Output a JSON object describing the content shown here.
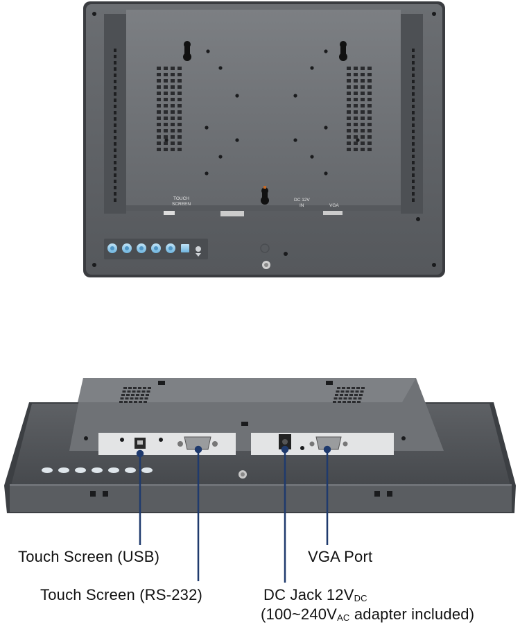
{
  "colors": {
    "panel_outer": "#55585c",
    "panel_inner": "#6b6e72",
    "bezel": "#2f3134",
    "button_blue": "#8ec6ea",
    "callout_blue": "#1f3a6d",
    "io_plate": "#e6e6e6"
  },
  "rear_panel": {
    "touch_screen_label": [
      "TOUCH",
      "SCREEN"
    ],
    "dc_label": [
      "DC 12V",
      "IN"
    ],
    "vga_label": "VGA"
  },
  "callouts": {
    "touch_usb": "Touch Screen (USB)",
    "vga_port": "VGA Port",
    "touch_rs232": "Touch Screen (RS-232)",
    "dc_jack_prefix": "DC Jack 12V",
    "dc_jack_sub": "DC",
    "adapter_prefix": "(100~240V",
    "adapter_sub": "AC",
    "adapter_suffix": " adapter included)"
  },
  "icons": {
    "front_buttons": [
      "power-button-icon",
      "left-button-icon",
      "right-button-icon",
      "down-button-icon",
      "up-button-icon",
      "menu-button-icon"
    ],
    "led": "power-led-icon"
  }
}
